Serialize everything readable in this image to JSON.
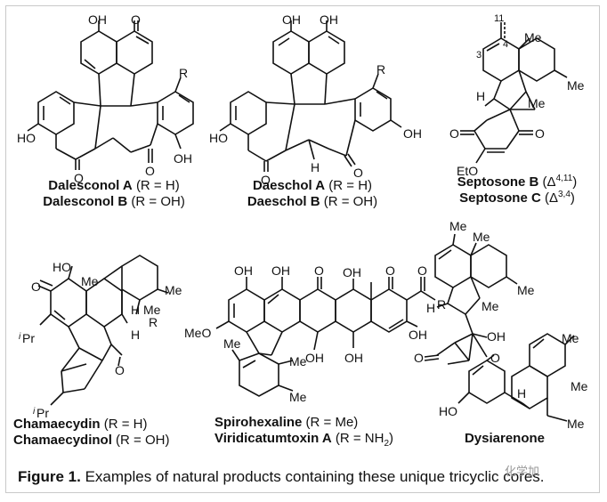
{
  "compounds": {
    "dalesconol": {
      "name_a": "Dalesconol A",
      "cond_a": "(R = H)",
      "name_b": "Dalesconol B",
      "cond_b": "(R = OH)"
    },
    "daeschol": {
      "name_a": "Daeschol A",
      "cond_a": "(R = H)",
      "name_b": "Daeschol B",
      "cond_b": "(R = OH)"
    },
    "septosone": {
      "name_b": "Septosone B",
      "delta_b": "(Δ",
      "sup_b": "4,11",
      "name_c": "Septosone C",
      "delta_c": "(Δ",
      "sup_c": "3,4",
      "close": ")"
    },
    "chamaecydin": {
      "name_a": "Chamaecydin",
      "cond_a": "(R = H)",
      "name_b": "Chamaecydinol",
      "cond_b": "(R = OH)"
    },
    "spiro": {
      "name_a": "Spirohexaline",
      "cond_a": "(R = Me)",
      "name_b": "Viridicatumtoxin A",
      "cond_b_pre": "(R = NH",
      "cond_b_sub": "2",
      "cond_b_post": ")"
    },
    "dysiarenone": {
      "name": "Dysiarenone"
    }
  },
  "atoms": {
    "oh": "OH",
    "o": "O",
    "h": "H",
    "me": "Me",
    "r": "R",
    "ho": "HO",
    "eto": "EtO",
    "meo": "MeO",
    "ipr": "Pr",
    "i": "i",
    "n11": "11",
    "n4": "4",
    "n3": "3"
  },
  "caption": {
    "label": "Figure 1.",
    "text": "Examples of natural products containing these unique tricyclic cores."
  },
  "watermark": "化学加"
}
